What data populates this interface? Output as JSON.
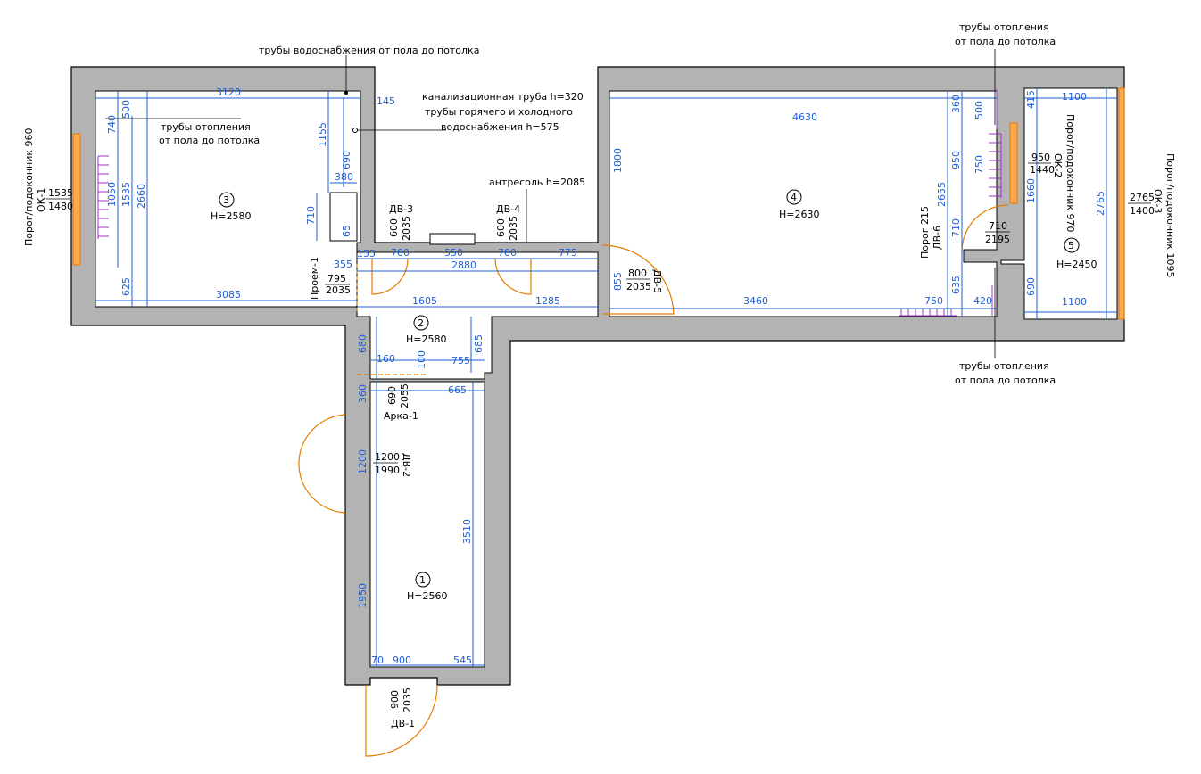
{
  "annotations": {
    "water_pipes": "трубы водоснабжения от пола до потолка",
    "heating_pipes_left_1": "трубы отопления",
    "heating_pipes_left_2": "от пола до потолка",
    "heating_pipes_top_1": "трубы отопления",
    "heating_pipes_top_2": "от пола до потолка",
    "heating_pipes_bottom_1": "трубы отопления",
    "heating_pipes_bottom_2": "от пола до потолка",
    "sewer_1": "канализационная труба h=320",
    "sewer_2": "трубы горячего и холодного",
    "sewer_3": "водоснабжения h=575",
    "mezzanine": "антресоль h=2085",
    "threshold_dv6": "Порог 215"
  },
  "rooms": [
    {
      "num": "1",
      "height": "H=2560"
    },
    {
      "num": "2",
      "height": "H=2580"
    },
    {
      "num": "3",
      "height": "H=2580"
    },
    {
      "num": "4",
      "height": "H=2630"
    },
    {
      "num": "5",
      "height": "H=2450"
    }
  ],
  "openings": {
    "dv1": {
      "name": "ДВ-1",
      "w": "900",
      "h": "2035"
    },
    "dv2": {
      "name": "ДВ-2",
      "w": "1200",
      "h": "1990"
    },
    "dv3": {
      "name": "ДВ-3",
      "w": "600",
      "h": "2035"
    },
    "dv4": {
      "name": "ДВ-4",
      "w": "600",
      "h": "2035"
    },
    "dv5": {
      "name": "ДВ-5",
      "w": "800",
      "h": "2035"
    },
    "dv6": {
      "name": "ДВ-6",
      "w": "710",
      "h": "2195"
    },
    "proem1": {
      "name": "Проём-1",
      "w": "795",
      "h": "2035"
    },
    "arka1": {
      "name": "Арка-1",
      "w": "690",
      "h": "2055"
    },
    "ok1": {
      "name": "ОК-1",
      "sill": "Порог/подоконник 960",
      "w": "1535",
      "h": "1480"
    },
    "ok2": {
      "name": "ОК-2",
      "sill": "Порог/подоконник 970",
      "w": "950",
      "h": "1440"
    },
    "ok3": {
      "name": "ОК-3",
      "sill": "Порог/подоконник 1095",
      "w": "2765",
      "h": "1400"
    }
  },
  "dimensions": {
    "r3_top": "3120",
    "r3_bottom": "3085",
    "r3_side": "2660",
    "r3_1535": "1535",
    "r3_1050": "1050",
    "r3_740": "740",
    "r3_500": "500",
    "r3_625": "625",
    "r3_1155": "1155",
    "r3_690": "690",
    "r3_380": "380",
    "r3_710": "710",
    "r3_65": "65",
    "r3_355": "355",
    "r3_155": "155",
    "r3_145": "145",
    "c_700a": "700",
    "c_550": "550",
    "c_700b": "700",
    "c_775": "775",
    "c_2880": "2880",
    "c_1605": "1605",
    "c_1285": "1285",
    "c_855": "855",
    "r2_680": "680",
    "r2_685": "685",
    "r2_160": "160",
    "r2_100": "100",
    "r2_755": "755",
    "r1_360": "360",
    "r1_665": "665",
    "r1_1200": "1200",
    "r1_3510": "3510",
    "r1_1950": "1950",
    "r1_70": "70",
    "r1_900": "900",
    "r1_545": "545",
    "r4_4630": "4630",
    "r4_1800": "1800",
    "r4_3460": "3460",
    "r4_2655": "2655",
    "r4_950": "950",
    "r4_360": "360",
    "r4_500": "500",
    "r4_750a": "750",
    "r4_710": "710",
    "r4_635": "635",
    "r4_750b": "750",
    "r4_420": "420",
    "r5_1100a": "1100",
    "r5_1100b": "1100",
    "r5_415": "415",
    "r5_1660": "1660",
    "r5_2765": "2765",
    "r5_690": "690"
  }
}
